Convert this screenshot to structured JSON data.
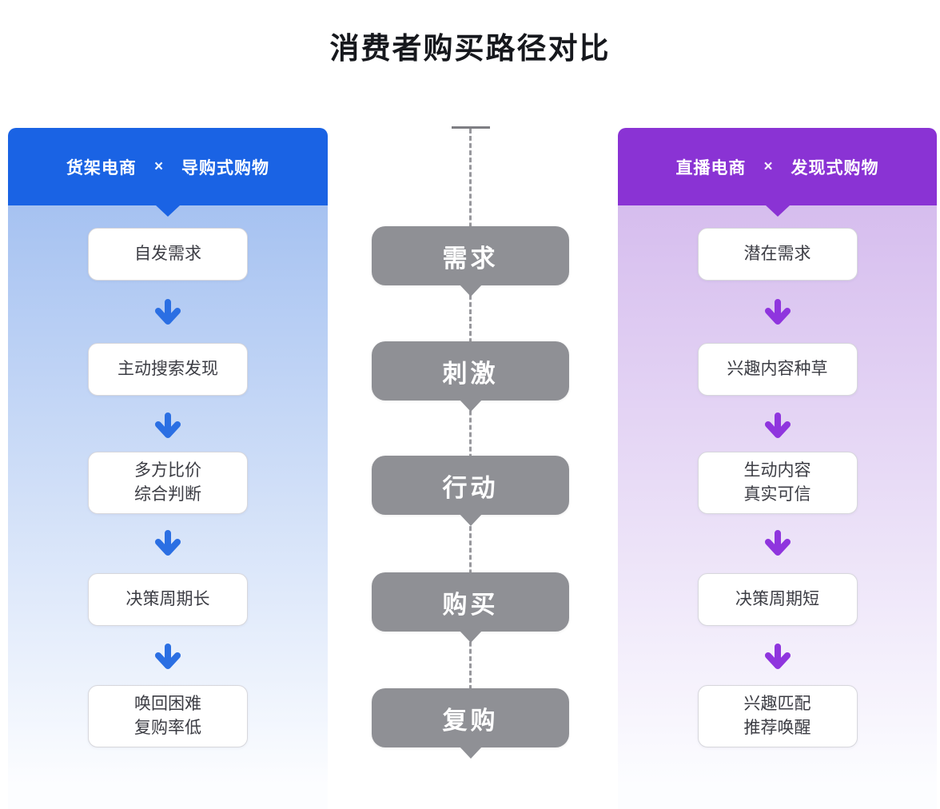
{
  "title": "消费者购买路径对比",
  "colors": {
    "blue_header": "#1a63e4",
    "blue_arrow": "#2b6fe3",
    "blue_body_top": "#a6c2f1",
    "purple_header": "#8a33d4",
    "purple_arrow": "#8f35de",
    "purple_body_top": "#d6bdee",
    "stage_gray": "#8f9095",
    "body_bottom": "#fcfdff"
  },
  "left_panel": {
    "header": {
      "brand": "货架电商",
      "separator": "×",
      "mode": "导购式购物"
    },
    "steps": [
      {
        "text": "自发需求"
      },
      {
        "text": "主动搜索发现"
      },
      {
        "text": "多方比价\n综合判断"
      },
      {
        "text": "决策周期长"
      },
      {
        "text": "唤回困难\n复购率低"
      }
    ]
  },
  "center_flow": {
    "stages": [
      {
        "label": "需求"
      },
      {
        "label": "刺激"
      },
      {
        "label": "行动"
      },
      {
        "label": "购买"
      },
      {
        "label": "复购"
      }
    ]
  },
  "right_panel": {
    "header": {
      "brand": "直播电商",
      "separator": "×",
      "mode": "发现式购物"
    },
    "steps": [
      {
        "text": "潜在需求"
      },
      {
        "text": "兴趣内容种草"
      },
      {
        "text": "生动内容\n真实可信"
      },
      {
        "text": "决策周期短"
      },
      {
        "text": "兴趣匹配\n推荐唤醒"
      }
    ]
  }
}
